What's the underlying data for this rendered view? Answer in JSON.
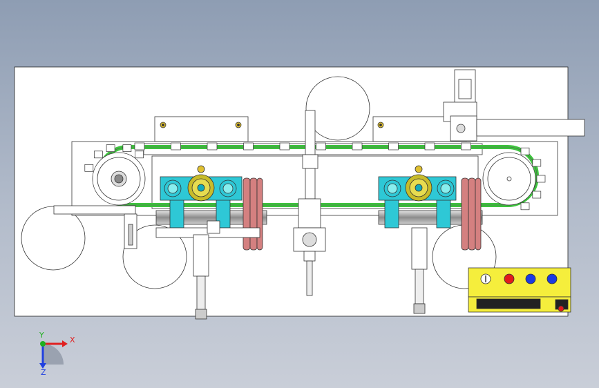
{
  "viewport": {
    "background_top": "#8e9db3",
    "background_bottom": "#c9ced8"
  },
  "model": {
    "plate_fill": "#ffffff",
    "line_color": "#333333",
    "chain_color": "#3ec43e",
    "bearing_color": "#2ec8d6",
    "gear_color": "#c8bc2a",
    "pulley_color": "#d48080",
    "shaft_color": "#a9a9a9"
  },
  "control_box": {
    "panel_color": "#f5ee3c",
    "buttons": [
      {
        "name": "power-knob",
        "color": "#ffffff"
      },
      {
        "name": "red-button",
        "color": "#e21b1b"
      },
      {
        "name": "blue-button",
        "color": "#1b3ae2"
      },
      {
        "name": "blue-button-2",
        "color": "#1b3ae2"
      }
    ]
  },
  "triad": {
    "x_label": "X",
    "y_label": "Y",
    "z_label": "Z",
    "x_color": "#e02020",
    "y_color": "#20b020",
    "z_color": "#2040e0"
  }
}
